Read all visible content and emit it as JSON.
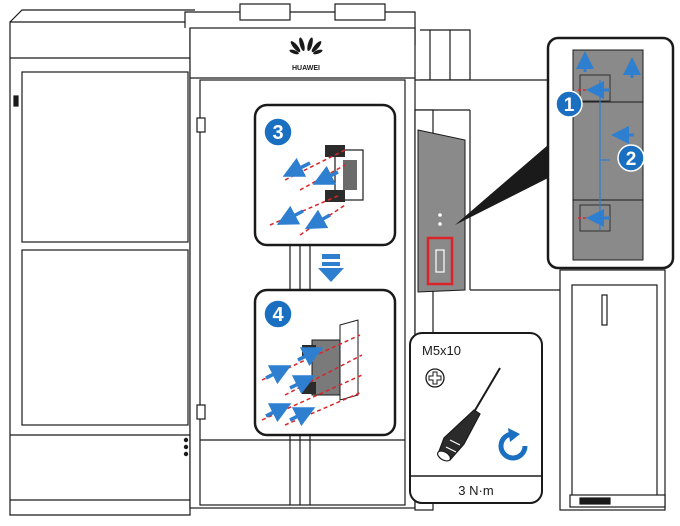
{
  "brand": {
    "name": "HUAWEI"
  },
  "steps": [
    {
      "number": "1",
      "color": "#1a6fc0"
    },
    {
      "number": "2",
      "color": "#1a6fc0"
    },
    {
      "number": "3",
      "color": "#1a6fc0"
    },
    {
      "number": "4",
      "color": "#1a6fc0"
    }
  ],
  "tool": {
    "screw_spec": "M5x10",
    "screw_head_icon": "phillips-screw-head-icon",
    "torque": "3 N·m",
    "rotation_icon": "clockwise-rotation-icon"
  },
  "colors": {
    "line": "#1a1a1a",
    "arrow_blue": "#2f7fd0",
    "marker_red": "#d9252a",
    "panel_gray": "#8a8a8a",
    "step_blue": "#1a6fc0"
  }
}
